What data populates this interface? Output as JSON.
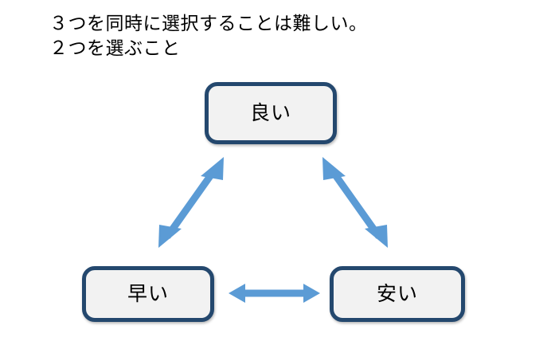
{
  "slide": {
    "background_color": "#ffffff",
    "title_lines": [
      "３つを同時に選択することは難しい。",
      "２つを選ぶこと"
    ]
  },
  "palette": {
    "box_border": "#24486e",
    "box_fill": "#f2f2f2",
    "arrow_blue": "#5b9bd5",
    "text": "#000000"
  },
  "nodes": [
    {
      "id": "good",
      "label": "良い"
    },
    {
      "id": "fast",
      "label": "早い"
    },
    {
      "id": "cheap",
      "label": "安い"
    }
  ],
  "connectors": [
    {
      "id": "good-fast",
      "style": "double-headed-arrow",
      "color": "#5b9bd5",
      "orientation": "diagonal-left"
    },
    {
      "id": "good-cheap",
      "style": "double-headed-arrow",
      "color": "#5b9bd5",
      "orientation": "diagonal-right"
    },
    {
      "id": "fast-cheap",
      "style": "double-headed-arrow",
      "color": "#5b9bd5",
      "orientation": "horizontal"
    }
  ]
}
